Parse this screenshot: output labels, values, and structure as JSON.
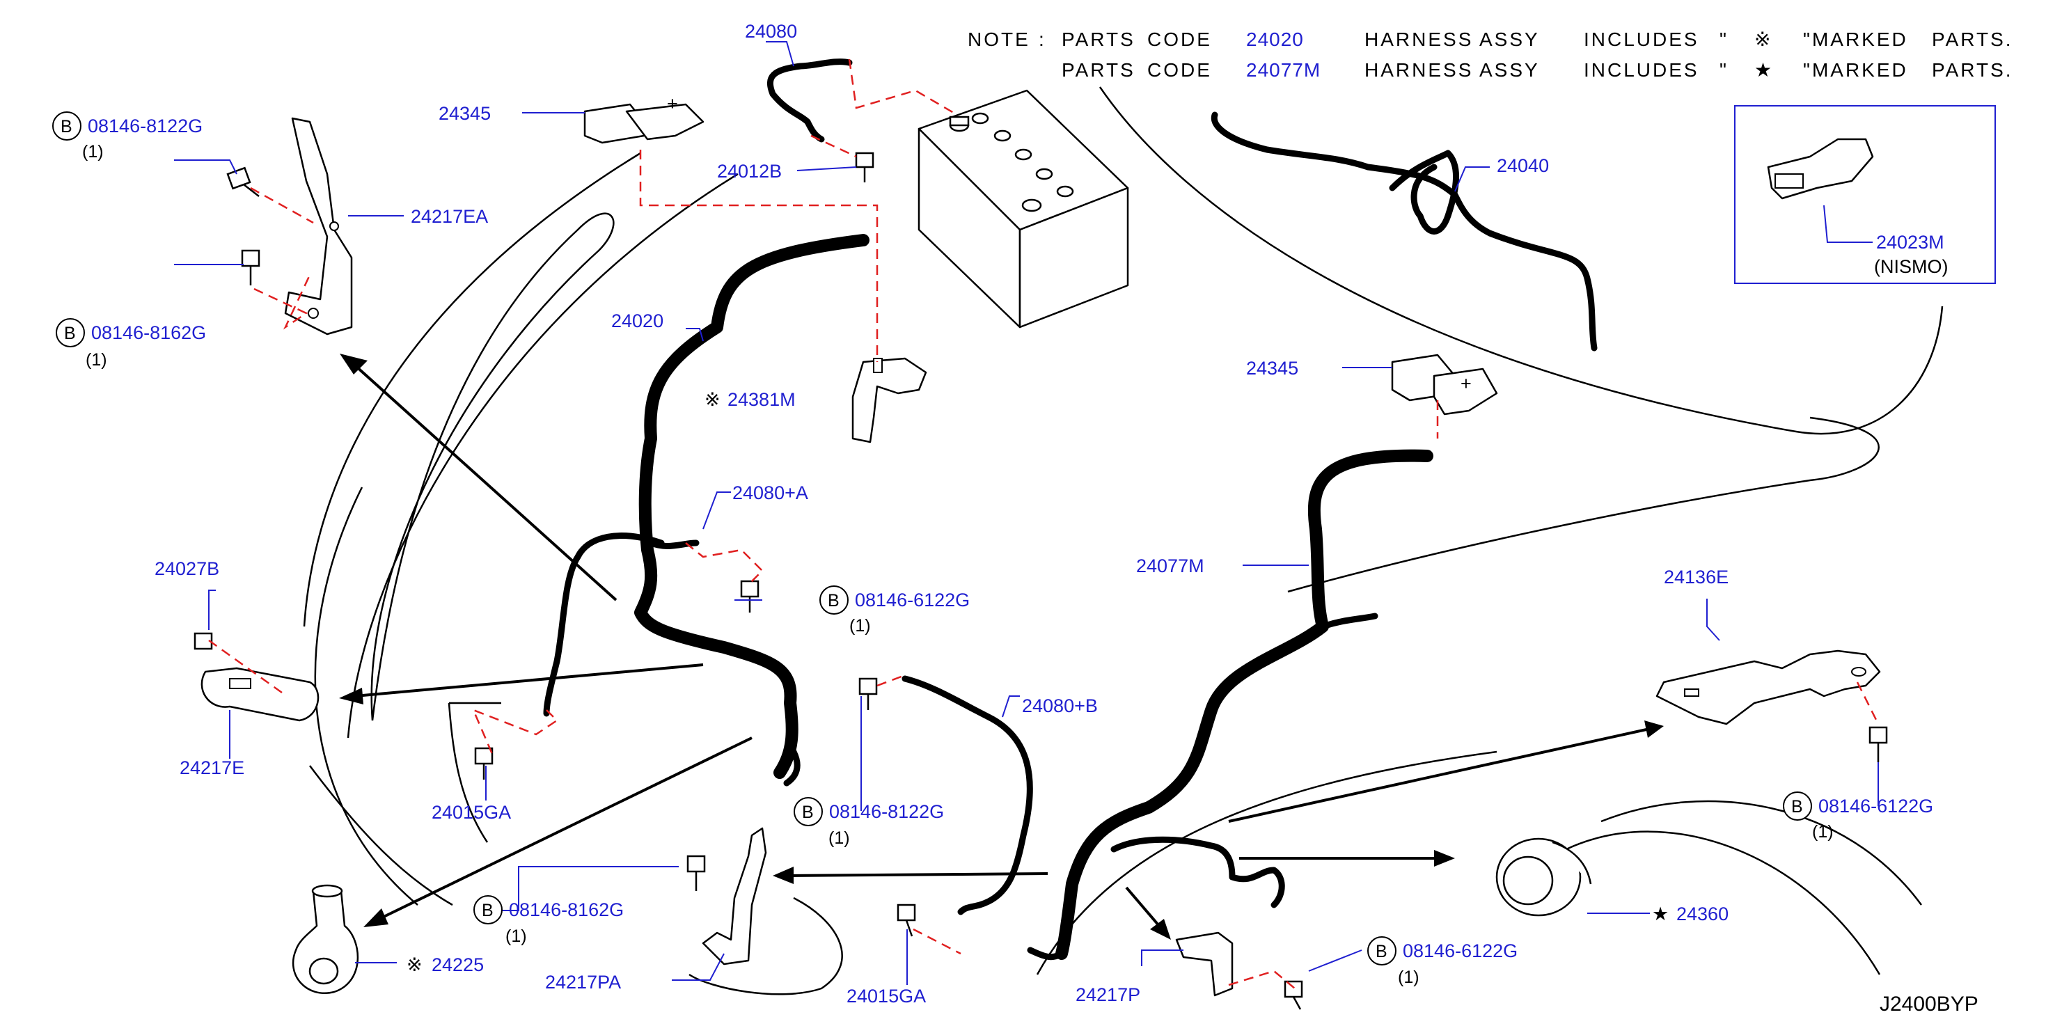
{
  "note": {
    "label": "NOTE",
    "separator": ":",
    "lines": [
      {
        "text_a": "PARTS",
        "text_b": "CODE",
        "code": "24020",
        "text_c": "HARNESS",
        "text_d": "ASSY",
        "text_e": "INCLUDES",
        "quote_open": "\"",
        "symbol": "※",
        "quote_close": "\"MARKED",
        "text_f": "PARTS."
      },
      {
        "text_a": "PARTS",
        "text_b": "CODE",
        "code": "24077M",
        "text_c": "HARNESS",
        "text_d": "ASSY",
        "text_e": "INCLUDES",
        "quote_open": "\"",
        "symbol": "★",
        "quote_close": "\"MARKED",
        "text_f": "PARTS."
      }
    ]
  },
  "diagram_code": "J2400BYP",
  "b_marker": "B",
  "parts": {
    "p24080": "24080",
    "p24345_top": "24345",
    "p24012B": "24012B",
    "p08146_8122G_top": "08146-8122G",
    "p08146_8122G_top_qty": "(1)",
    "p24217EA": "24217EA",
    "p08146_8162G_top": "08146-8162G",
    "p08146_8162G_top_qty": "(1)",
    "p24020": "24020",
    "p24381M_mark": "※",
    "p24381M": "24381M",
    "p24080A": "24080+A",
    "p08146_6122G_mid": "08146-6122G",
    "p08146_6122G_mid_qty": "(1)",
    "p24027B": "24027B",
    "p24217E": "24217E",
    "p24015GA_left": "24015GA",
    "p24080B": "24080+B",
    "p08146_8122G_mid": "08146-8122G",
    "p08146_8122G_mid_qty": "(1)",
    "p08146_8162G_bot": "08146-8162G",
    "p08146_8162G_bot_qty": "(1)",
    "p24225_mark": "※",
    "p24225": "24225",
    "p24217PA": "24217PA",
    "p24015GA_bot": "24015GA",
    "p24217P": "24217P",
    "p08146_6122G_bot": "08146-6122G",
    "p08146_6122G_bot_qty": "(1)",
    "p24040": "24040",
    "p24023M": "24023M",
    "p24023M_note": "(NISMO)",
    "p24345_right": "24345",
    "p24077M": "24077M",
    "p24136E": "24136E",
    "p08146_6122G_right": "08146-6122G",
    "p08146_6122G_right_qty": "(1)",
    "p24360_mark": "★",
    "p24360": "24360"
  },
  "colors": {
    "label_blue": "#1f1fd0",
    "dash_red": "#e02020",
    "line_black": "#000000"
  }
}
